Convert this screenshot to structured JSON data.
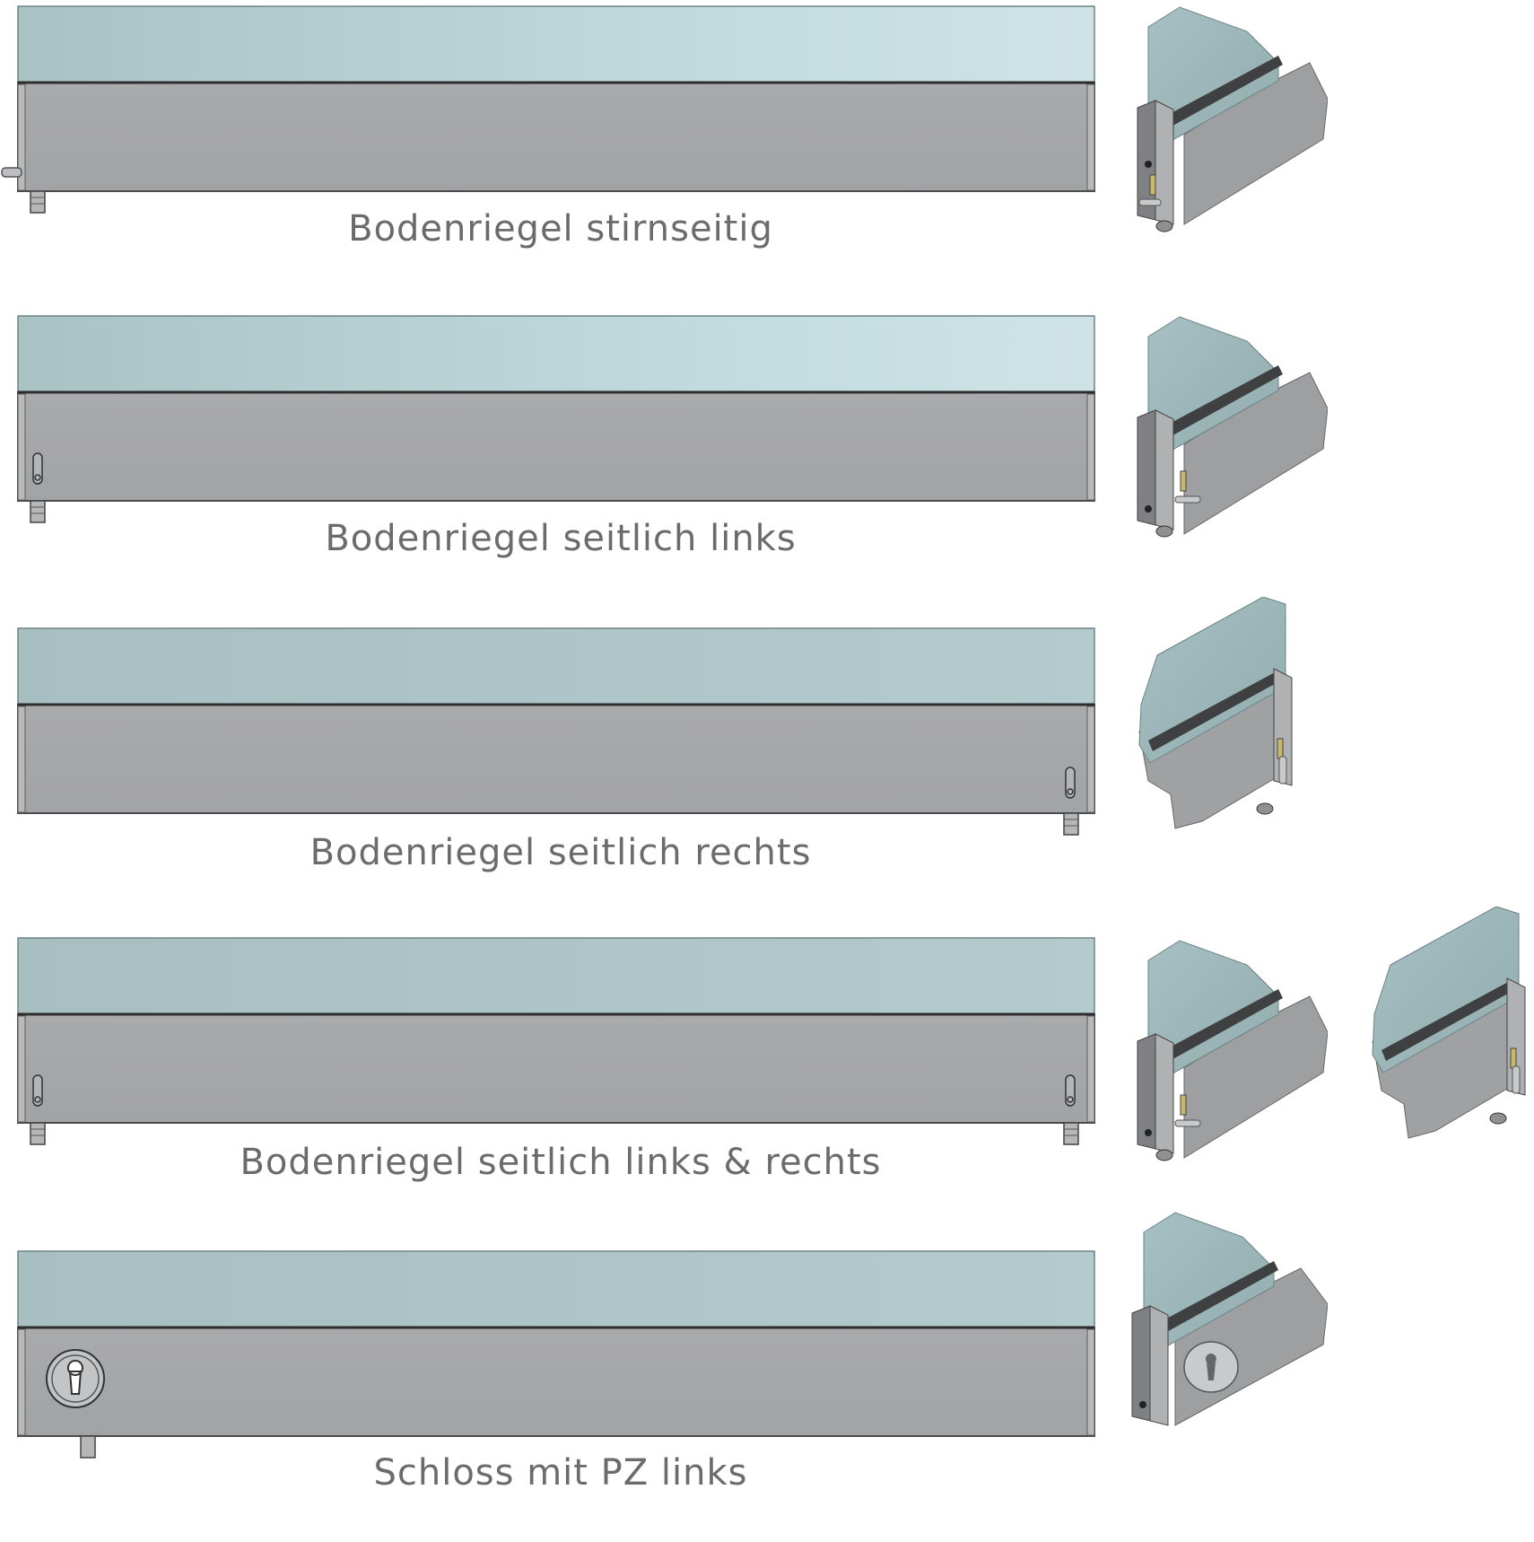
{
  "variants": [
    {
      "caption": "Bodenriegel stirnseitig",
      "type": "stirnseitig"
    },
    {
      "caption": "Bodenriegel seitlich links",
      "type": "links"
    },
    {
      "caption": "Bodenriegel seitlich rechts",
      "type": "rechts"
    },
    {
      "caption": "Bodenriegel seitlich links & rechts",
      "type": "links-rechts"
    },
    {
      "caption": "Schloss mit PZ links",
      "type": "schloss"
    }
  ],
  "colors": {
    "glass": "#b9d3d6",
    "glass_edge": "#9ab3b5",
    "profile": "#a5a6a8",
    "profile_dark": "#7c7d80",
    "profile_edge": "#4a4b4d",
    "slot_brass": "#c9b76a"
  }
}
